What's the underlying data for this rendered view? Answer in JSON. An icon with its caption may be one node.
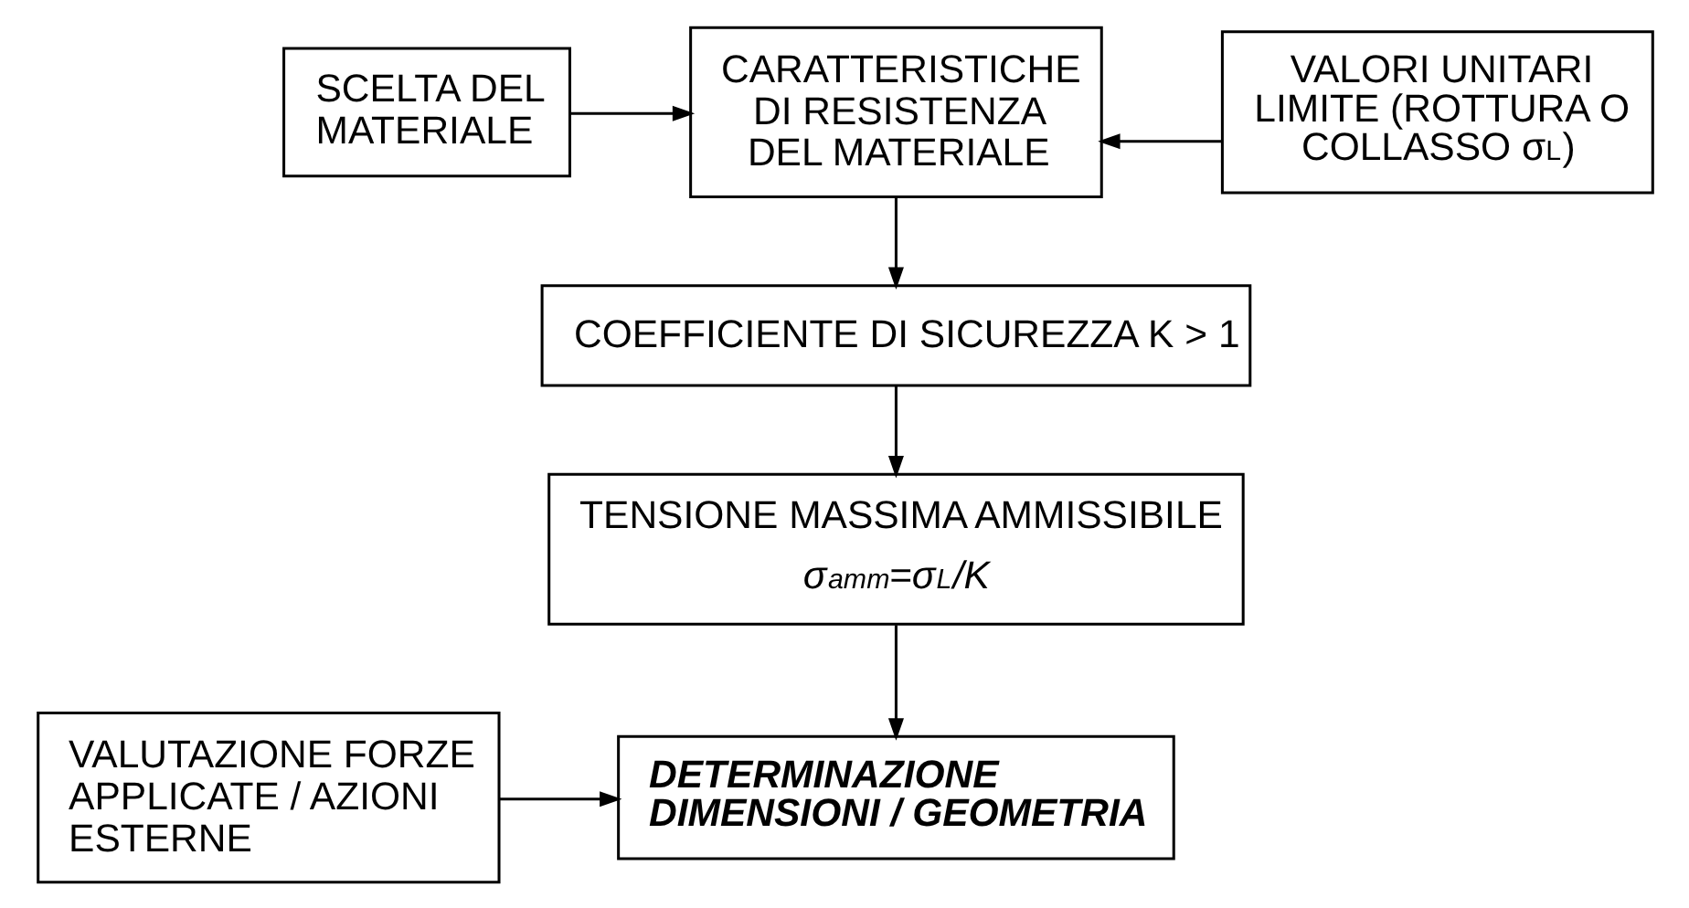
{
  "diagram": {
    "nodes": [
      {
        "text": [
          "SCELTA DEL MATERIALE"
        ]
      },
      {
        "text": [
          "CARATTERISTICHE DI RESISTENZA DEL MATERIALE"
        ]
      },
      {
        "text": [
          "VALORI UNITARI LIMITE (ROTTURA O COLLASSO σ$_{L}$)"
        ]
      },
      {
        "text": [
          "COEFFICIENTE DI SICUREZZA K > 1"
        ]
      },
      {
        "text": [
          "TENSIONE MASSIMA AMMISSIBILE",
          "σ$_{amm}$=σ$_{L}$/K"
        ]
      },
      {
        "text": [
          "VALUTAZIONE FORZE APPLICATE / AZIONI ESTERNE"
        ]
      },
      {
        "text": [
          "DETERMINAZIONE DIMENSIONI / GEOMETRIA"
        ]
      }
    ],
    "edges": [
      {
        "from": 0,
        "to": 1,
        "arrow": "to"
      },
      {
        "from": 2,
        "to": 1,
        "arrow": "to"
      },
      {
        "from": 1,
        "to": 3,
        "arrow": "to"
      },
      {
        "from": 3,
        "to": 4,
        "arrow": "to"
      },
      {
        "from": 4,
        "to": 6,
        "arrow": "to"
      },
      {
        "from": 5,
        "to": 6,
        "arrow": "to"
      }
    ]
  }
}
